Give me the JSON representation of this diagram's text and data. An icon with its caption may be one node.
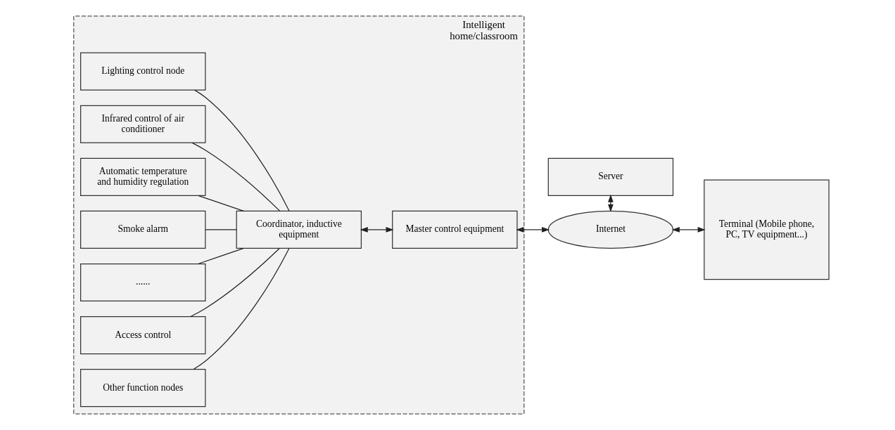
{
  "diagram": {
    "nodes": [
      {
        "text": [
          "Intelligent home/classroom"
        ]
      },
      {
        "text": [
          "Lighting control node"
        ],
        "in": 0
      },
      {
        "text": [
          "Infrared control of air conditioner"
        ],
        "in": 0
      },
      {
        "text": [
          "Automatic temperature and humidity regulation"
        ],
        "in": 0
      },
      {
        "text": [
          "Smoke alarm"
        ],
        "in": 0
      },
      {
        "text": [
          "......"
        ],
        "in": 0
      },
      {
        "text": [
          "Access control"
        ],
        "in": 0
      },
      {
        "text": [
          "Other function nodes"
        ],
        "in": 0
      },
      {
        "text": [
          "Coordinator, inductive equipment"
        ],
        "in": 0
      },
      {
        "text": [
          "Master control equipment"
        ],
        "in": 0
      },
      {
        "text": [
          "Server"
        ]
      },
      {
        "text": [
          "Internet"
        ]
      },
      {
        "text": [
          "Terminal (Mobile phone, PC, TV equipment...)"
        ]
      }
    ],
    "edges": [
      {
        "from": 1,
        "to": 8,
        "arrow": "none"
      },
      {
        "from": 2,
        "to": 8,
        "arrow": "none"
      },
      {
        "from": 3,
        "to": 8,
        "arrow": "none"
      },
      {
        "from": 4,
        "to": 8,
        "arrow": "none"
      },
      {
        "from": 5,
        "to": 8,
        "arrow": "none"
      },
      {
        "from": 6,
        "to": 8,
        "arrow": "none"
      },
      {
        "from": 7,
        "to": 8,
        "arrow": "none"
      },
      {
        "from": 8,
        "to": 9,
        "arrow": "both"
      },
      {
        "from": 9,
        "to": 11,
        "arrow": "both"
      },
      {
        "from": 10,
        "to": 11,
        "arrow": "both"
      },
      {
        "from": 11,
        "to": 12,
        "arrow": "both"
      }
    ]
  }
}
